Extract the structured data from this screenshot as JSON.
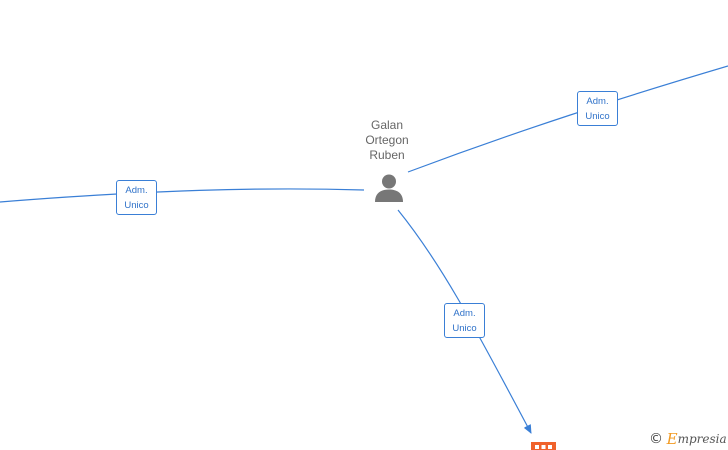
{
  "person": {
    "name_lines": [
      "Galan",
      "Ortegon",
      "Ruben"
    ],
    "icon": "person-icon"
  },
  "relations": [
    {
      "line1": "Adm.",
      "line2": "Unico"
    },
    {
      "line1": "Adm.",
      "line2": "Unico"
    },
    {
      "line1": "Adm.",
      "line2": "Unico"
    }
  ],
  "company": {
    "icon": "company-building-icon",
    "color": "#f0622b"
  },
  "colors": {
    "edge": "#3a7fd6",
    "label_text": "#2f72c9",
    "name_text": "#666666",
    "person_icon": "#777777"
  },
  "watermark": {
    "copyright_symbol": "©",
    "brand_initial": "E",
    "brand_rest": "mpresia"
  }
}
